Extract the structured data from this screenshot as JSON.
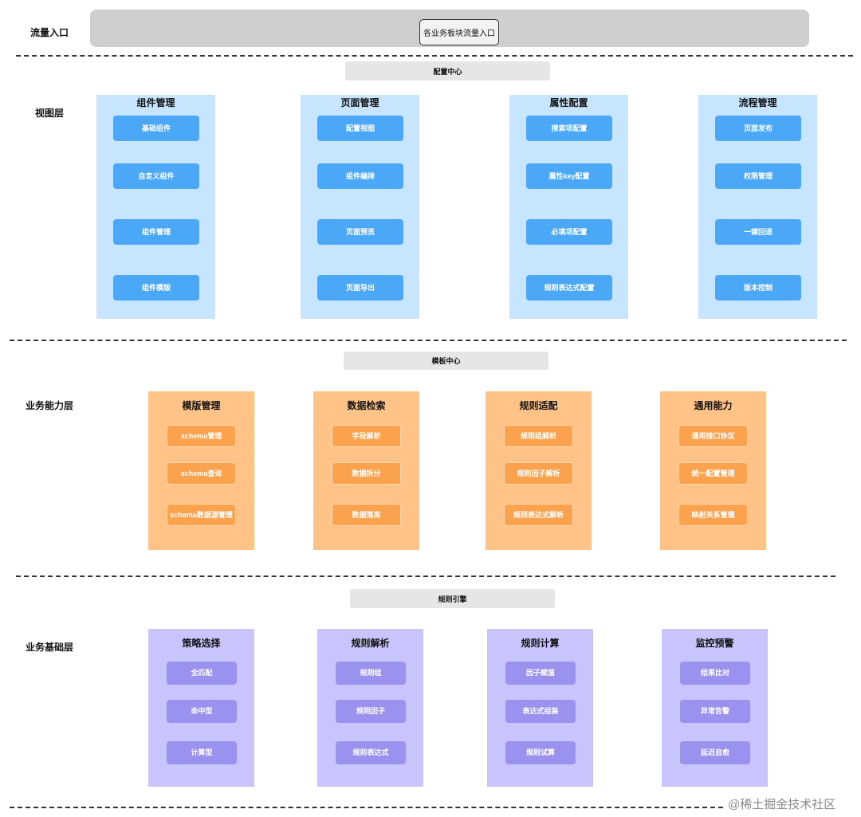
{
  "traffic": {
    "label": "流量入口",
    "entry": "各业务板块流量入口"
  },
  "view_layer": {
    "label": "视图层",
    "center": "配置中心",
    "columns": [
      {
        "title": "组件管理",
        "items": [
          "基础组件",
          "自定义组件",
          "组件管理",
          "组件模版"
        ]
      },
      {
        "title": "页面管理",
        "items": [
          "配置视图",
          "组件编排",
          "页面预览",
          "页面导出"
        ]
      },
      {
        "title": "属性配置",
        "items": [
          "搜索项配置",
          "属性key配置",
          "必填项配置",
          "规则表达式配置"
        ]
      },
      {
        "title": "流程管理",
        "items": [
          "页面发布",
          "权限管理",
          "一键回退",
          "版本控制"
        ]
      }
    ]
  },
  "business_layer": {
    "label": "业务能力层",
    "center": "模板中心",
    "columns": [
      {
        "title": "模版管理",
        "items": [
          "schema管理",
          "schema查询",
          "schema数据源管理"
        ]
      },
      {
        "title": "数据检索",
        "items": [
          "字段解析",
          "数据拆分",
          "数据落库"
        ]
      },
      {
        "title": "规则适配",
        "items": [
          "规则组解析",
          "规则因子解析",
          "规则表达式解析"
        ]
      },
      {
        "title": "通用能力",
        "items": [
          "通用接口协议",
          "统一配置管理",
          "映射关系管理"
        ]
      }
    ]
  },
  "base_layer": {
    "label": "业务基础层",
    "center": "规则引擎",
    "columns": [
      {
        "title": "策略选择",
        "items": [
          "全匹配",
          "命中型",
          "计算型"
        ]
      },
      {
        "title": "规则解析",
        "items": [
          "规则组",
          "规则因子",
          "规则表达式"
        ]
      },
      {
        "title": "规则计算",
        "items": [
          "因子赋值",
          "表达式组装",
          "规则试算"
        ]
      },
      {
        "title": "监控预警",
        "items": [
          "结果比对",
          "异常告警",
          "延迟自愈"
        ]
      }
    ]
  },
  "watermark": "@稀土掘金技术社区"
}
